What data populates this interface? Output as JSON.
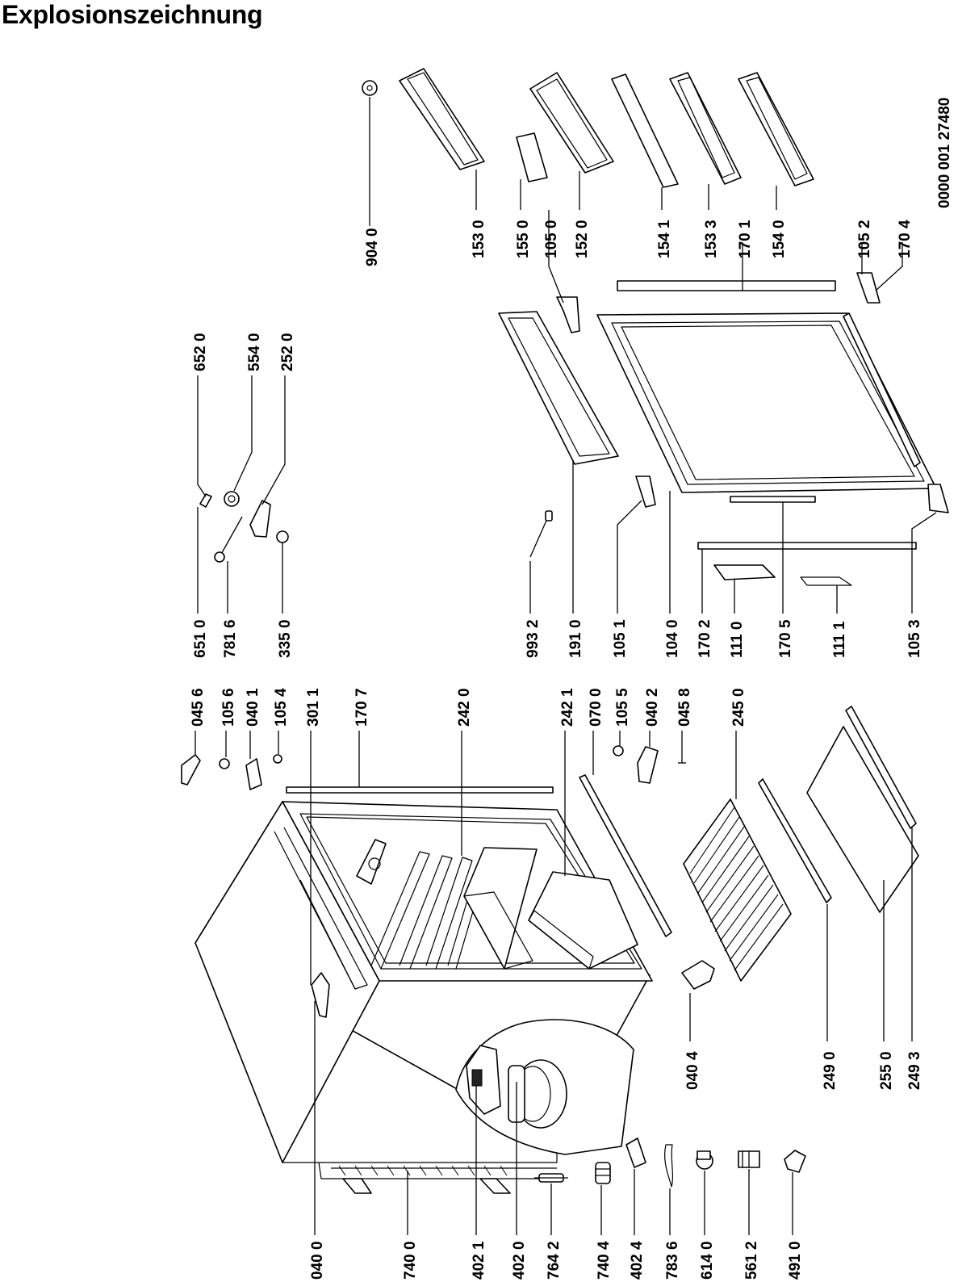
{
  "title": "Explosionszeichnung",
  "document_number": "0000 001 27480",
  "part_labels": [
    "040 0",
    "740 0",
    "402 1",
    "402 0",
    "764 2",
    "740 4",
    "402 4",
    "783 6",
    "614 0",
    "561 2",
    "491 0",
    "040 4",
    "249 0",
    "255 0",
    "249 3",
    "045 6",
    "105 6",
    "040 1",
    "105 4",
    "301 1",
    "170 7",
    "242 0",
    "242 1",
    "070 0",
    "105 5",
    "040 2",
    "045 8",
    "245 0",
    "651 0",
    "781 6",
    "335 0",
    "652 0",
    "554 0",
    "252 0",
    "993 2",
    "191 0",
    "105 1",
    "104 0",
    "170 2",
    "111 0",
    "170 5",
    "111 1",
    "105 3",
    "904 0",
    "153 0",
    "155 0",
    "105 0",
    "152 0",
    "154 1",
    "153 3",
    "170 1",
    "154 0",
    "105 2",
    "170 4"
  ]
}
